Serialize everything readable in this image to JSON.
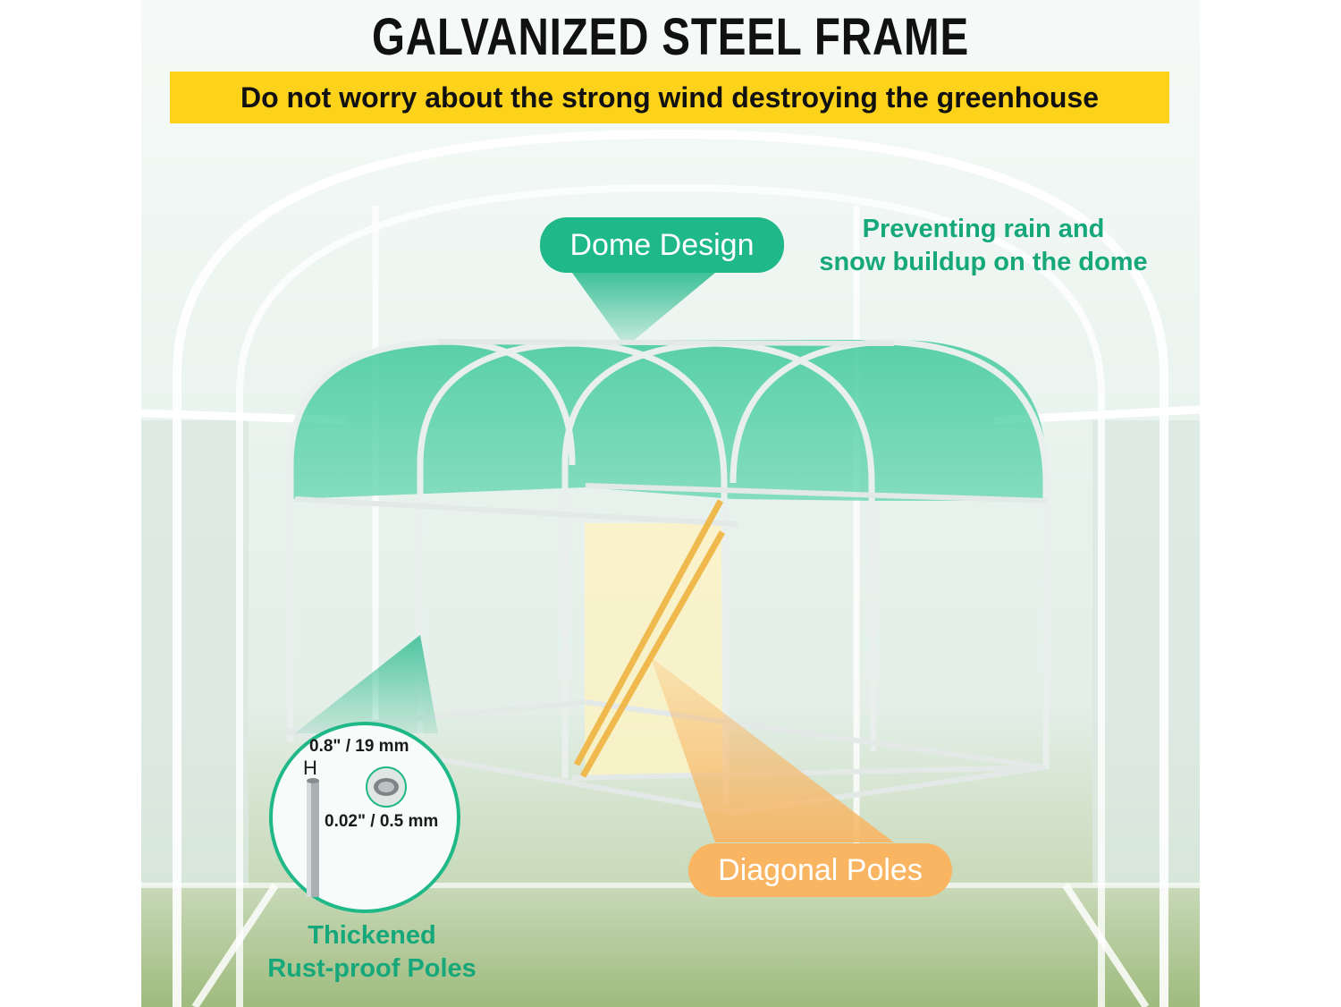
{
  "headline": "GALVANIZED STEEL FRAME",
  "banner": "Do not worry about the strong wind destroying the greenhouse",
  "callouts": {
    "dome_label": "Dome Design",
    "dome_note_line1": "Preventing rain and",
    "dome_note_line2": "snow buildup on the dome",
    "diagonal_label": "Diagonal Poles",
    "pole_label_line1": "Thickened",
    "pole_label_line2": "Rust-proof Poles"
  },
  "pole_specs": {
    "diameter": "0.8\" / 19 mm",
    "diameter_symbol": "H",
    "wall_thickness": "0.02\" / 0.5 mm"
  },
  "colors": {
    "accent_green": "#1fb888",
    "text_green": "#16a87a",
    "accent_orange": "#f9b562",
    "banner_yellow": "#fcd21b"
  }
}
